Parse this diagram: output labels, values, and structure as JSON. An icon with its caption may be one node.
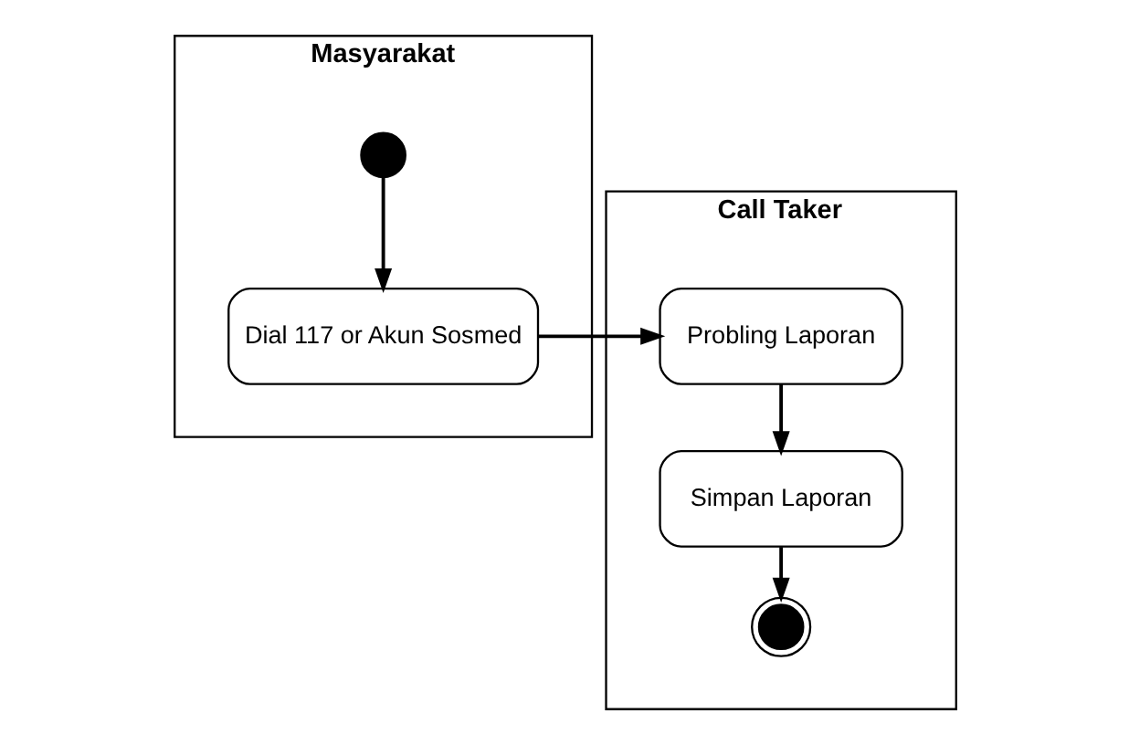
{
  "diagram": {
    "nodes": [
      {
        "text": [
          "Masyarakat"
        ]
      },
      {
        "text": [
          "Call Taker"
        ]
      },
      {
        "text": [],
        "shape": "circle",
        "in": 0
      },
      {
        "text": [
          "Dial 117 or Akun Sosmed"
        ],
        "in": 0
      },
      {
        "text": [
          "Probling Laporan"
        ],
        "in": 1
      },
      {
        "text": [
          "Simpan Laporan"
        ],
        "in": 1
      },
      {
        "text": [],
        "shape": "bullseye",
        "in": 1
      }
    ],
    "edges": [
      {
        "from": 2,
        "to": 3,
        "arrow": "to"
      },
      {
        "from": 3,
        "to": 4,
        "arrow": "to"
      },
      {
        "from": 4,
        "to": 5,
        "arrow": "to"
      },
      {
        "from": 5,
        "to": 6,
        "arrow": "to"
      }
    ]
  }
}
